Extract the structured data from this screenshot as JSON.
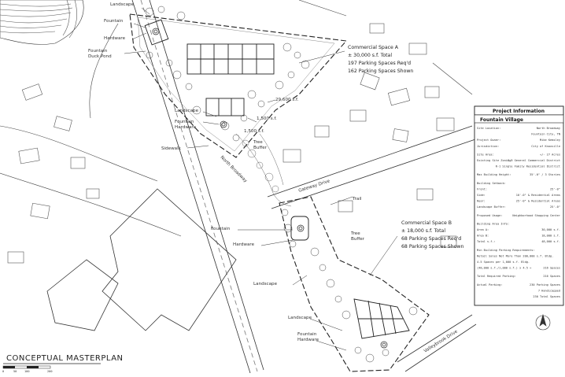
{
  "title_block": {
    "title": "Conceptual Masterplan"
  },
  "annotations": {
    "fountain_hardware_top": [
      "Fountain",
      "Hardware"
    ],
    "fountain_duck_pond": [
      "Fountain",
      "Duck Pond"
    ],
    "landscape_top": "Landscape",
    "landscape_mid": "Landscape",
    "fountain_hardware_mid": [
      "Fountain",
      "Hardware"
    ],
    "sidewalk": "Sidewalk",
    "north_broadway": "North Broadway",
    "gateway_drive": "Gateway Drive",
    "fountain_lower": "Fountain",
    "hardware_lower": "Hardware",
    "landscape_lower": "Landscape",
    "landscape_bottom": "Landscape",
    "fountain_hardware_bottom": [
      "Fountain",
      "Hardware"
    ],
    "tree_buffer_1": [
      "Tree",
      "Buffer"
    ],
    "tree_buffer_2": [
      "Tree",
      "Buffer"
    ],
    "trail": "Trail",
    "area_1": "1,500 s.f.",
    "area_2": "1,500 s.f.",
    "area_3": "29,600 s.f.",
    "road_right": "Valleybrook Drive"
  },
  "commercial_a": {
    "line1": "Commercial Space A",
    "line2": "± 30,000 s.f. Total",
    "line3": "197 Parking Spaces Req'd",
    "line4": "162 Parking Spaces Shown"
  },
  "commercial_b": {
    "line1": "Commercial Space B",
    "line2": "± 18,000 s.f. Total",
    "line3": "68 Parking Spaces Req'd",
    "line4": "68 Parking Spaces Shown"
  },
  "project_info": {
    "header": "Project Information",
    "project_name": "Fountain Village",
    "rows": [
      {
        "label": "Site Location:",
        "value": "North Broadway"
      },
      {
        "label": "",
        "value": "Fountain City, TN"
      },
      {
        "label": "Project Owner:",
        "value": "Mike Kemsley"
      },
      {
        "label": "Jurisdiction:",
        "value": "City of Knoxville"
      },
      {
        "label": "Site Area:",
        "value": "+/- 27 Acres"
      },
      {
        "label": "Existing Site Zoning:",
        "value": "C-3 General Commercial District"
      },
      {
        "label": "",
        "value": "R-1 Single Family Residential District"
      },
      {
        "label": "Max Building Height:",
        "value": "35'-0\" / 3 Stories"
      },
      {
        "label": "Building Setback:",
        "value": ""
      },
      {
        "label": "Front:",
        "value": "25'-0\""
      },
      {
        "label": "Side:",
        "value": "10'-0\" & Residential Areas"
      },
      {
        "label": "Rear:",
        "value": "25'-0\" & Residential Areas"
      },
      {
        "label": "Landscape Buffer:",
        "value": "25'-0\""
      },
      {
        "label": "Proposed Usage:",
        "value": "Neighborhood Shopping Center"
      },
      {
        "label": "Building Area Info:",
        "value": ""
      },
      {
        "label": "Area A:",
        "value": "30,000 s.f."
      },
      {
        "label": "Area B:",
        "value": "18,000 s.f."
      },
      {
        "label": "Total s.f.:",
        "value": "48,000 s.f."
      },
      {
        "label": "Min Building Parking Requirements:",
        "value": ""
      },
      {
        "label": "Retail Sales Not More Than 200,000 s.f. Bldg.",
        "value": ""
      },
      {
        "label": "4.5 Spaces per 1,000 s.f. Bldg.",
        "value": ""
      },
      {
        "label": "(48,000 s.f./1,000 s.f.) x 4.5 =",
        "value": "216 Spaces"
      },
      {
        "label": "Total Required Parking:",
        "value": "216 Spaces"
      },
      {
        "label": "Actual Parking:",
        "value": "230 Parking Spaces"
      },
      {
        "label": "",
        "value": "7 Handicapped"
      },
      {
        "label": "",
        "value": "230 Total Spaces"
      }
    ]
  },
  "scale": {
    "ticks": [
      "0",
      "50",
      "100",
      "200"
    ]
  },
  "colors": {
    "ink": "#2a2a2a",
    "paper": "#ffffff",
    "light_ink": "#7a7a7a"
  }
}
